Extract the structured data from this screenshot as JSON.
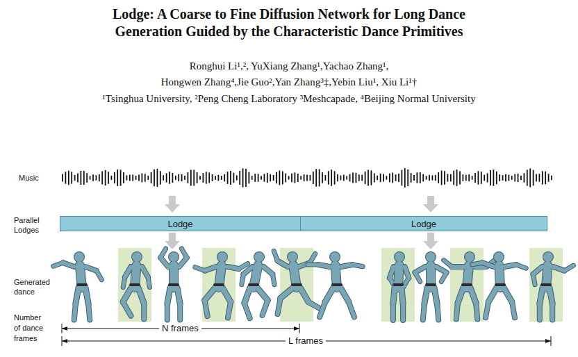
{
  "diagram": {
    "title": "Lodge: A Coarse to Fine Diffusion Network for Long Dance Generation Guided by the Characteristic Dance Primitives",
    "nodes": [
      {
        "text": [
          "Lodge"
        ]
      },
      {
        "text": [
          "Lodge"
        ]
      }
    ],
    "labels": [
      "Ronghui Li¹,², YuXiang Zhang¹,Yachao Zhang¹,",
      "Hongwen Zhang⁴,Jie Guo²,Yan Zhang³‡,Yebin Liu¹, Xiu Li¹†",
      "¹Tsinghua University, ²Peng Cheng Laboratory ³Meshcapade, ⁴Beijing Normal University",
      "Music",
      "Parallel Lodges",
      "Generated dance",
      "Number of dance frames",
      "N frames",
      "L frames"
    ]
  }
}
